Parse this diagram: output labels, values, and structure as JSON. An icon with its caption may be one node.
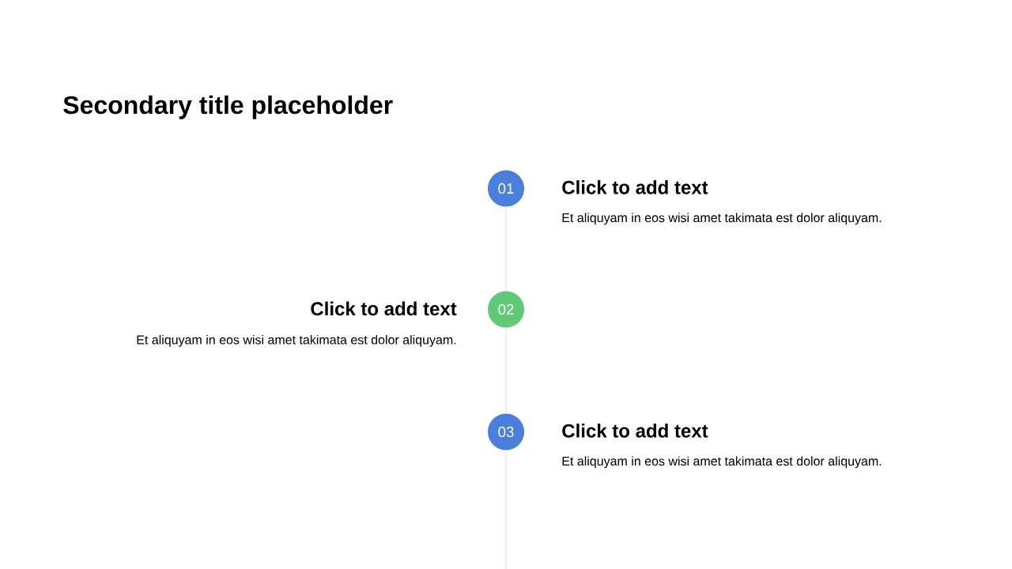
{
  "diagram": {
    "title": "Secondary title placeholder",
    "nodes": [
      {
        "text": [
          "01"
        ],
        "beside": [
          "Click to add text",
          "Et aliquyam in eos wisi amet takimata est dolor aliquyam."
        ]
      },
      {
        "text": [
          "02"
        ],
        "beside": [
          "Click to add text",
          "Et aliquyam in eos wisi amet takimata est dolor aliquyam."
        ]
      },
      {
        "text": [
          "03"
        ],
        "beside": [
          "Click to add text",
          "Et aliquyam in eos wisi amet takimata est dolor aliquyam."
        ]
      }
    ],
    "edges": [
      {
        "from": 0,
        "to": 1,
        "arrow": "none"
      },
      {
        "from": 1,
        "to": 2,
        "arrow": "none"
      },
      {
        "from": 2,
        "to": null,
        "arrow": "none"
      }
    ]
  }
}
